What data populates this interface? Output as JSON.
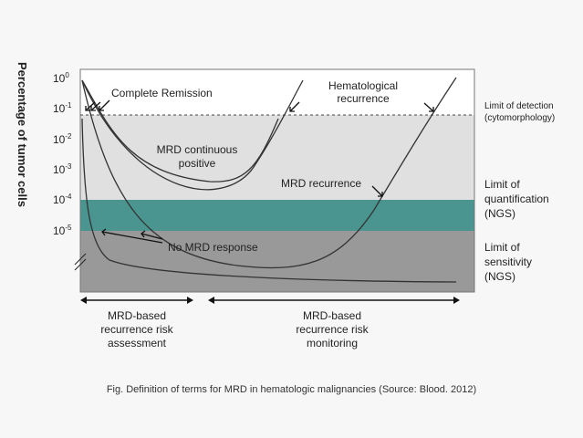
{
  "y_axis_label": "Percentage of tumor cells",
  "ticks": [
    {
      "base": "10",
      "exp": "0"
    },
    {
      "base": "10",
      "exp": "-1"
    },
    {
      "base": "10",
      "exp": "-2"
    },
    {
      "base": "10",
      "exp": "-3"
    },
    {
      "base": "10",
      "exp": "-4"
    },
    {
      "base": "10",
      "exp": "-5"
    }
  ],
  "annotations": {
    "complete_remission": "Complete Remission",
    "mrd_continuous_line1": "MRD continuous",
    "mrd_continuous_line2": "positive",
    "hematological_line1": "Hematological",
    "hematological_line2": "recurrence",
    "mrd_recurrence": "MRD recurrence",
    "no_mrd_response": "No MRD response"
  },
  "thresholds": {
    "detection_line1": "Limit of detection",
    "detection_line2": "(cytomorphology)",
    "quant_line1": "Limit of",
    "quant_line2": "quantification",
    "quant_line3": "(NGS)",
    "sens_line1": "Limit of",
    "sens_line2": "sensitivity",
    "sens_line3": "(NGS)"
  },
  "phases": {
    "assessment_line1": "MRD-based",
    "assessment_line2": "recurrence risk",
    "assessment_line3": "assessment",
    "monitoring_line1": "MRD-based",
    "monitoring_line2": "recurrence risk",
    "monitoring_line3": "monitoring"
  },
  "caption": "Fig. Definition of terms for MRD in hematologic malignancies (Source: Blood. 2012)",
  "colors": {
    "zone_top": "#ffffff",
    "zone_detect": "#e0e0e0",
    "zone_quant": "#4a9590",
    "zone_sens": "#999999",
    "curve": "#333333"
  }
}
